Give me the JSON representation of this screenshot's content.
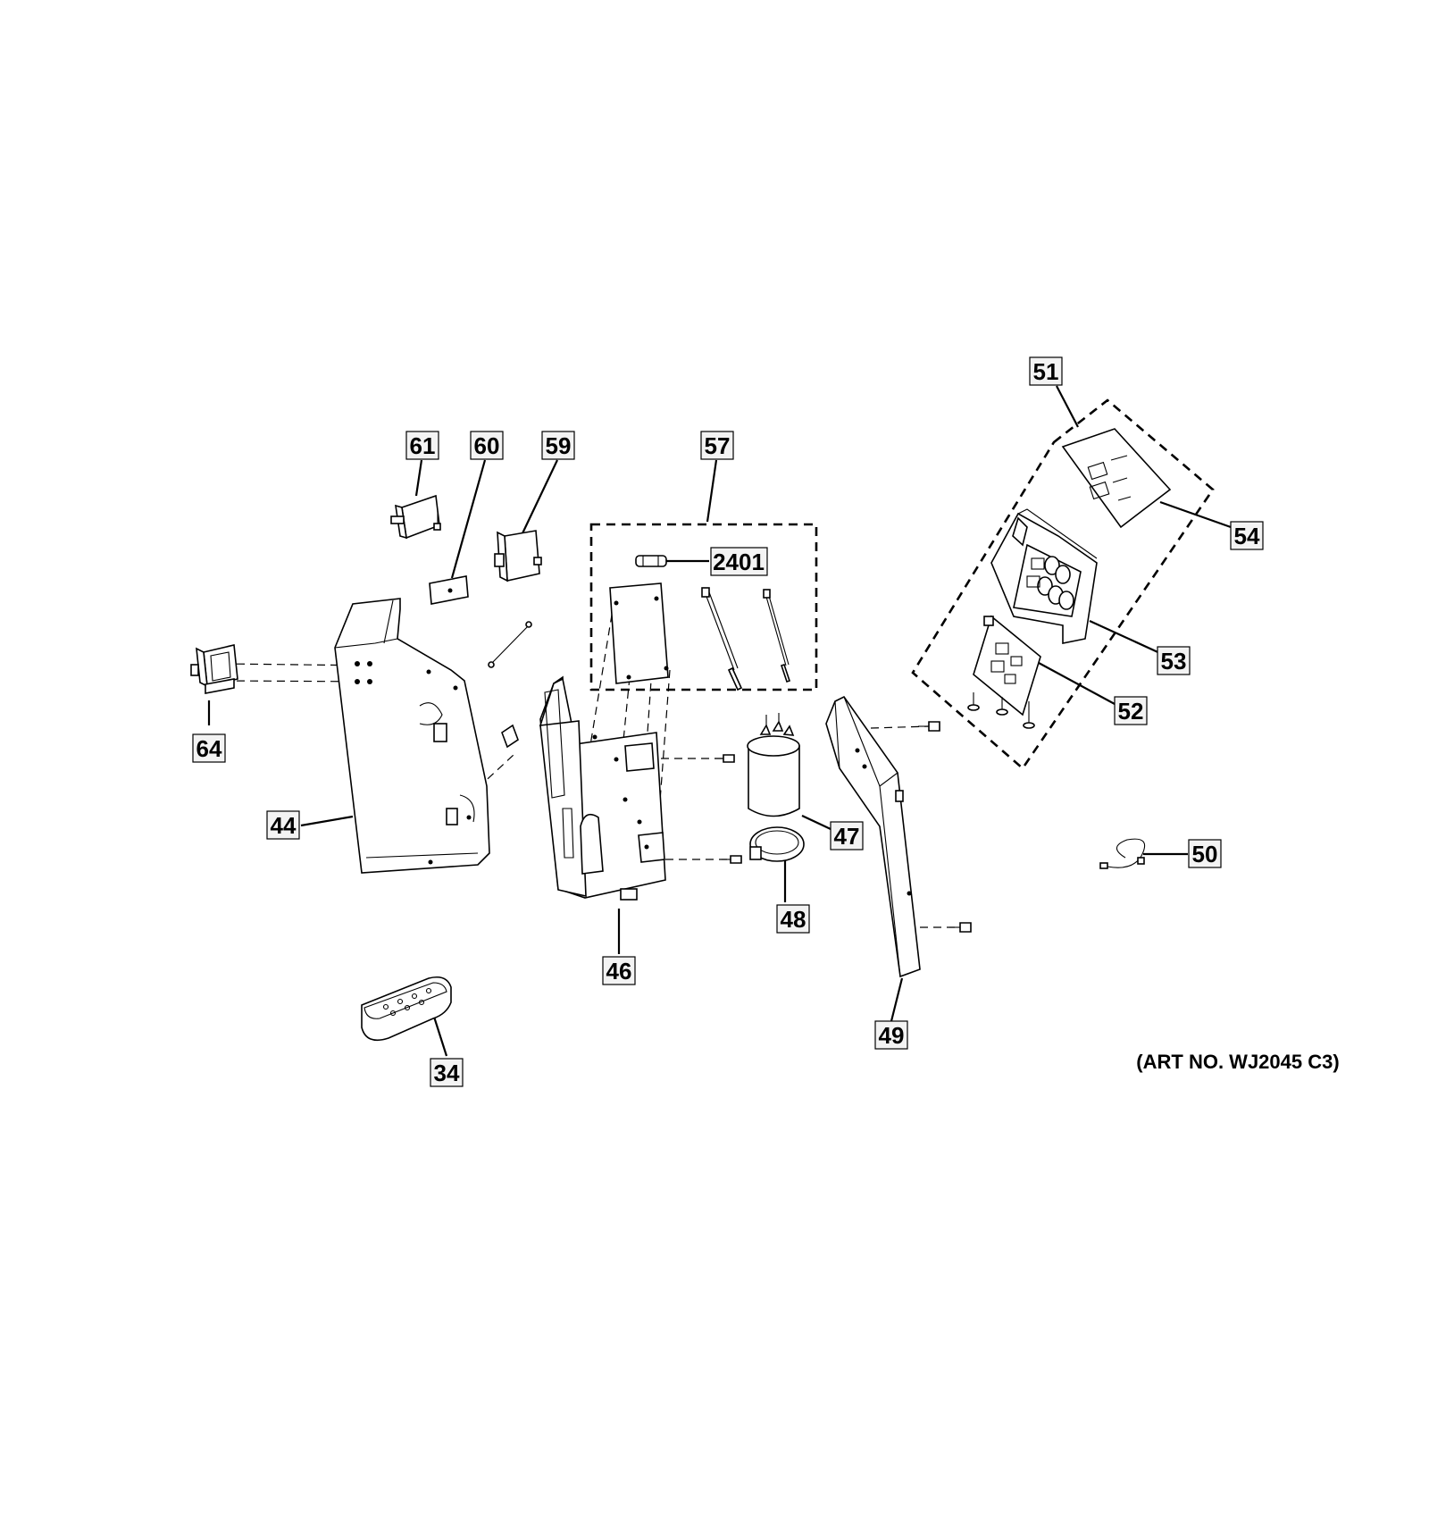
{
  "art_number": "(ART NO. WJ2045 C3)",
  "callouts": [
    {
      "id": "c51",
      "label": "51"
    },
    {
      "id": "c61",
      "label": "61"
    },
    {
      "id": "c60",
      "label": "60"
    },
    {
      "id": "c59",
      "label": "59"
    },
    {
      "id": "c57",
      "label": "57"
    },
    {
      "id": "c2401",
      "label": "2401"
    },
    {
      "id": "c54",
      "label": "54"
    },
    {
      "id": "c53",
      "label": "53"
    },
    {
      "id": "c52",
      "label": "52"
    },
    {
      "id": "c64",
      "label": "64"
    },
    {
      "id": "c44",
      "label": "44"
    },
    {
      "id": "c46",
      "label": "46"
    },
    {
      "id": "c47",
      "label": "47"
    },
    {
      "id": "c48",
      "label": "48"
    },
    {
      "id": "c49",
      "label": "49"
    },
    {
      "id": "c50",
      "label": "50"
    },
    {
      "id": "c34",
      "label": "34"
    }
  ]
}
